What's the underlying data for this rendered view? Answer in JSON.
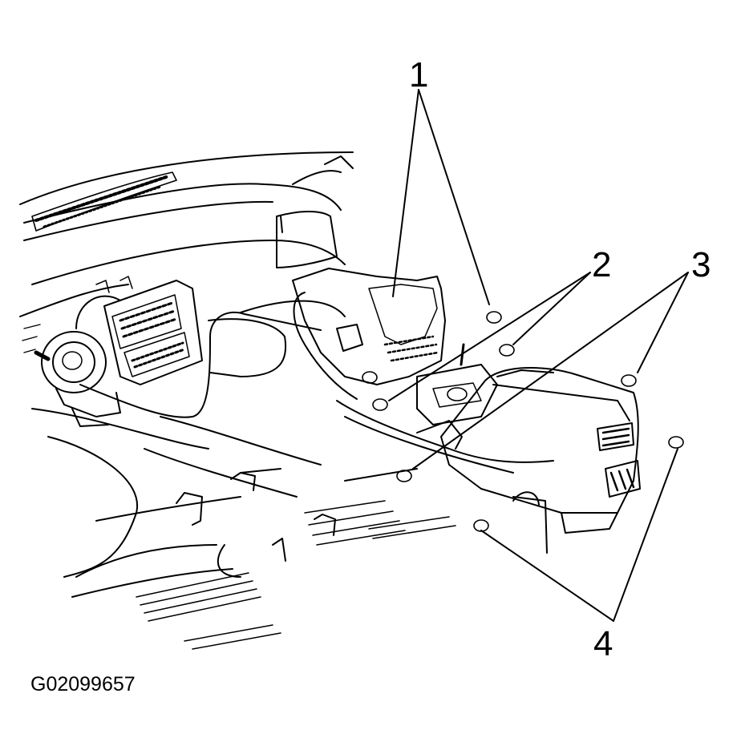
{
  "diagram": {
    "callouts": [
      {
        "id": "1",
        "label": "1"
      },
      {
        "id": "2",
        "label": "2"
      },
      {
        "id": "3",
        "label": "3"
      },
      {
        "id": "4",
        "label": "4"
      }
    ],
    "figure_id": "G02099657",
    "colors": {
      "ink": "#000000",
      "paper": "#ffffff"
    }
  }
}
